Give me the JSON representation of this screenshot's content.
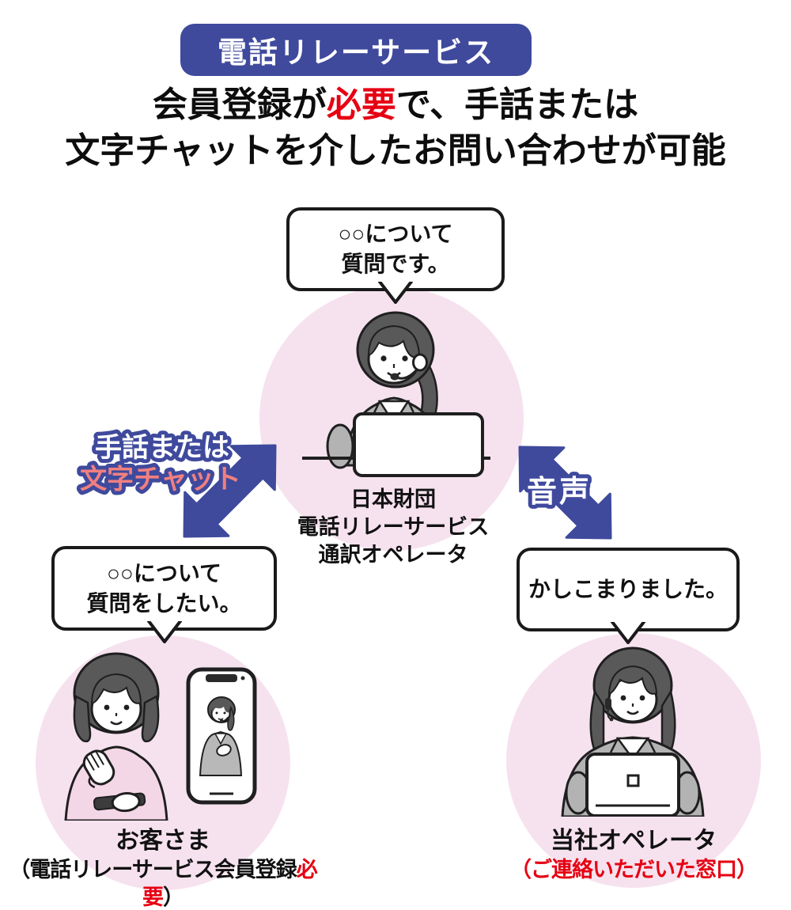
{
  "colors": {
    "accent_blue": "#3f4a9d",
    "circle_pink": "#f6e2ee",
    "salmon_text": "#f08080",
    "alert_red": "#e60012",
    "outline_black": "#1a1a1a",
    "suit_gray": "#b3b3b3",
    "hair_gray": "#595959",
    "sweater_pink": "#f4d7e7"
  },
  "badge": {
    "label": "電話リレーサービス"
  },
  "heading": {
    "line1_pre": "会員登録が",
    "line1_red": "必要",
    "line1_post": "で、手話または",
    "line2": "文字チャットを介したお問い合わせが可能"
  },
  "interpreter": {
    "bubble_line1": "○○について",
    "bubble_line2": "質問です。",
    "label_line1": "日本財団",
    "label_line2": "電話リレーサービス",
    "label_line3": "通訳オペレータ"
  },
  "customer": {
    "bubble_line1": "○○について",
    "bubble_line2": "質問をしたい。",
    "label": "お客さま",
    "note_pre": "（電話リレーサービス会員登録",
    "note_red": "必要",
    "note_post": "）"
  },
  "operator": {
    "bubble_line1": "かしこまりました。",
    "label": "当社オペレータ",
    "note": "（ご連絡いただいた窓口）"
  },
  "arrows": {
    "left_label_line1": "手話または",
    "left_label_line2": "文字チャット",
    "right_label": "音声"
  },
  "icons": {
    "left_arrow": "double-headed-diagonal-arrow",
    "right_arrow": "double-headed-diagonal-arrow",
    "bubble_tail": "triangle-down"
  }
}
